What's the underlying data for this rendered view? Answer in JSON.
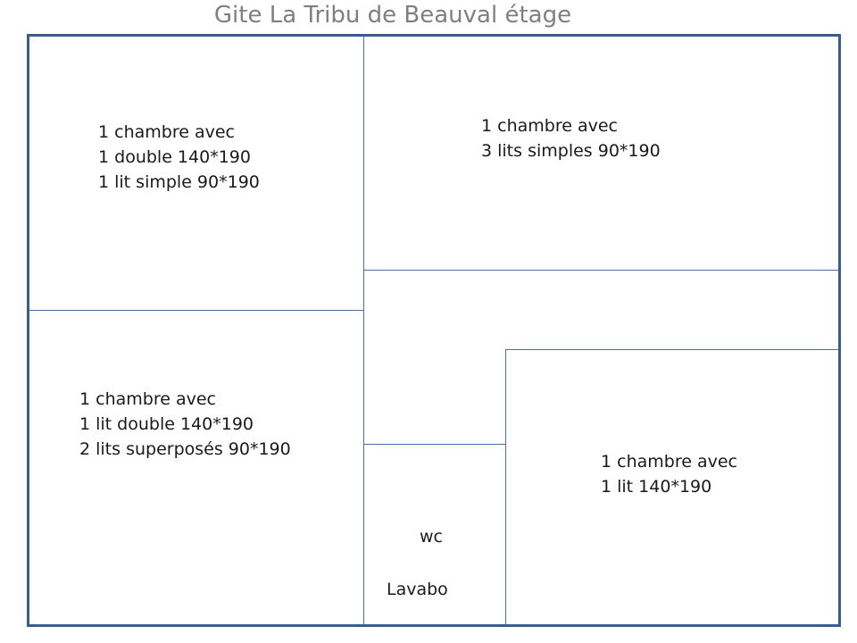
{
  "title": "Gite La Tribu de Beauval étage",
  "rooms": {
    "top_left": {
      "lines": [
        "1 chambre avec",
        "1 double 140*190",
        "1 lit simple 90*190"
      ]
    },
    "top_right": {
      "lines": [
        "1 chambre avec",
        "3 lits simples 90*190"
      ]
    },
    "bottom_left": {
      "lines": [
        "1 chambre avec",
        "1 lit double 140*190",
        "2 lits superposés  90*190"
      ]
    },
    "bottom_right": {
      "lines": [
        "1 chambre avec",
        "1 lit 140*190"
      ]
    },
    "wc": {
      "lines": [
        "wc",
        "Lavabo"
      ]
    }
  },
  "colors": {
    "outer_wall": "#3a5c8f",
    "inner_wall": "#4f6f9f",
    "title": "#7f7f7f"
  }
}
